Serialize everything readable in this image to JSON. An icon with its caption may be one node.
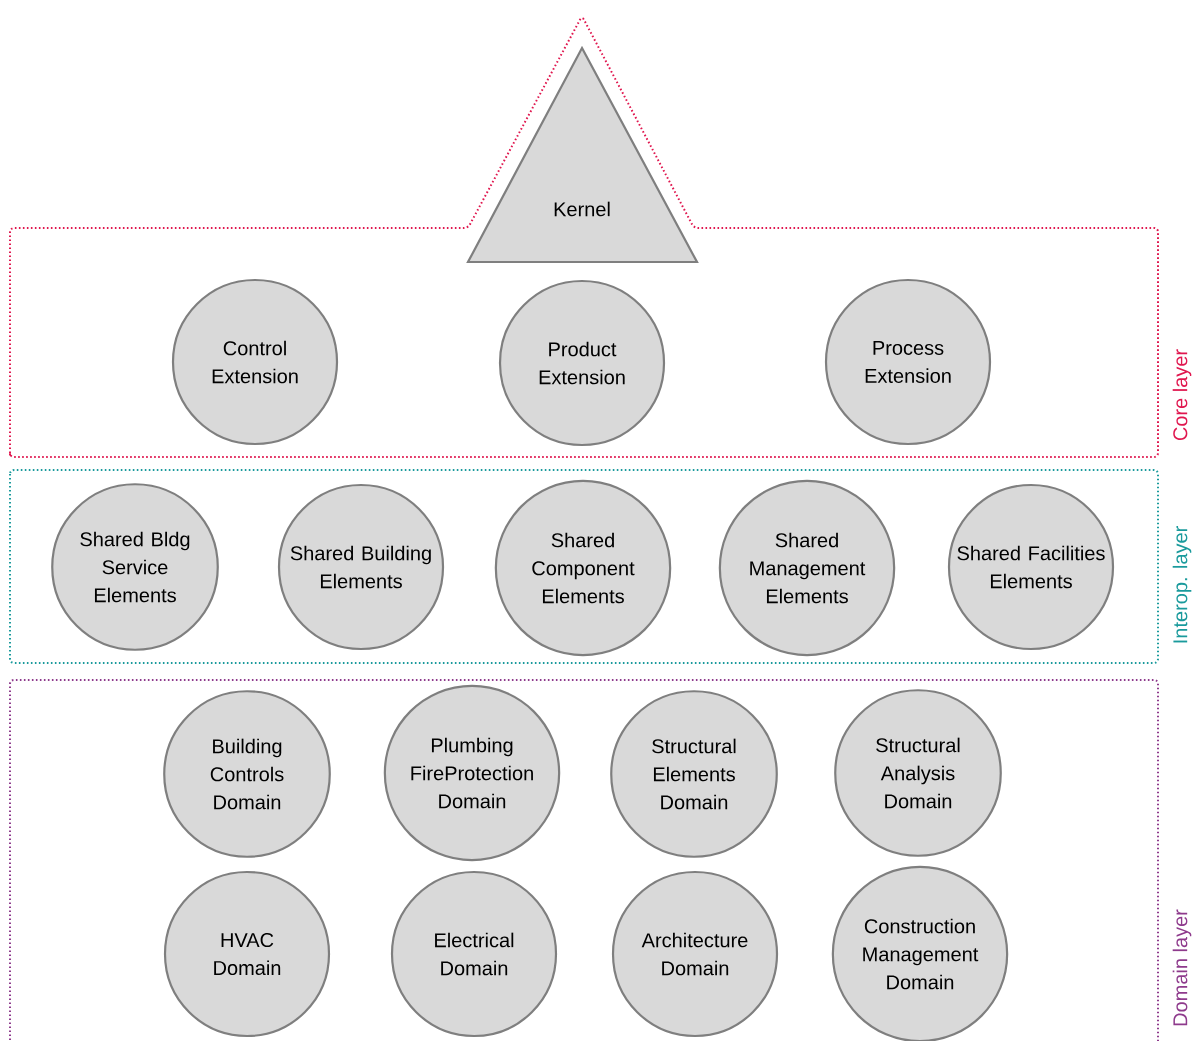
{
  "diagram": {
    "nodes": [
      {
        "text": [
          "Core layer"
        ]
      },
      {
        "text": [
          "Kernel"
        ],
        "in": 0
      },
      {
        "text": [
          "Control Extension"
        ],
        "in": 0
      },
      {
        "text": [
          "Product Extension"
        ],
        "in": 0
      },
      {
        "text": [
          "Process Extension"
        ],
        "in": 0
      },
      {
        "text": [
          "Interop. layer"
        ]
      },
      {
        "text": [
          "Shared Bldg Service Elements"
        ],
        "in": 5
      },
      {
        "text": [
          "Shared Building Elements"
        ],
        "in": 5
      },
      {
        "text": [
          "Shared Component Elements"
        ],
        "in": 5
      },
      {
        "text": [
          "Shared Management Elements"
        ],
        "in": 5
      },
      {
        "text": [
          "Shared Facilities Elements"
        ],
        "in": 5
      },
      {
        "text": [
          "Domain layer"
        ]
      },
      {
        "text": [
          "Building Controls Domain"
        ],
        "in": 11
      },
      {
        "text": [
          "Plumbing FireProtection Domain"
        ],
        "in": 11
      },
      {
        "text": [
          "Structural Elements Domain"
        ],
        "in": 11
      },
      {
        "text": [
          "Structural Analysis Domain"
        ],
        "in": 11
      },
      {
        "text": [
          "HVAC Domain"
        ],
        "in": 11
      },
      {
        "text": [
          "Electrical Domain"
        ],
        "in": 11
      },
      {
        "text": [
          "Architecture Domain"
        ],
        "in": 11
      },
      {
        "text": [
          "Construction Management Domain"
        ],
        "in": 11
      }
    ]
  }
}
